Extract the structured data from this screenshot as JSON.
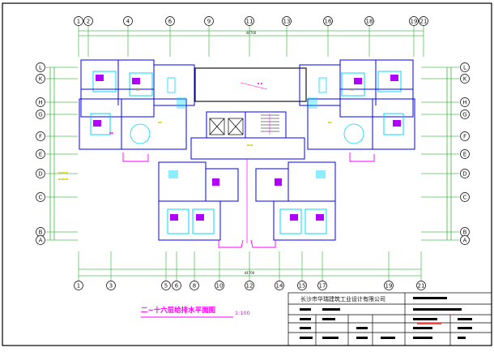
{
  "drawing": {
    "title": "二~十六层给排水平面图",
    "scale": "1:100"
  },
  "title_block": {
    "company": "长沙市华瑞建筑工业设计有限公司"
  },
  "axes": {
    "top": [
      "1",
      "2",
      "4",
      "6",
      "9",
      "11",
      "13",
      "16",
      "18",
      "19",
      "21"
    ],
    "bottom": [
      "1",
      "3",
      "5",
      "6",
      "8",
      "10",
      "12",
      "14",
      "15",
      "17",
      "19",
      "21"
    ],
    "left": [
      "L",
      "K",
      "H",
      "G",
      "F",
      "E",
      "D",
      "C",
      "B",
      "A"
    ],
    "right": [
      "L",
      "K",
      "H",
      "G",
      "F",
      "E",
      "D",
      "C",
      "B",
      "A"
    ]
  },
  "dimensions": {
    "top_overall": "44700",
    "bottom_overall": "44700"
  },
  "colors": {
    "frame": "#000000",
    "grid": "#00a000",
    "wall": "#0000ff",
    "fixture": "#00d8ff",
    "pipe": "#ff00ff",
    "note": "#d8c800",
    "text": "#111111"
  }
}
